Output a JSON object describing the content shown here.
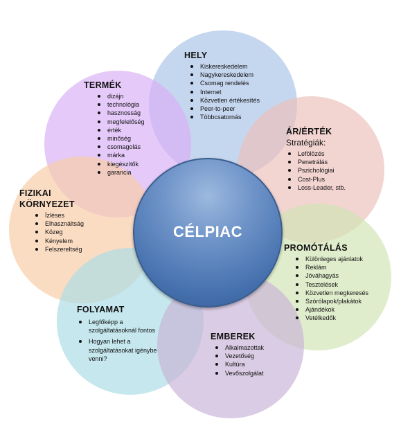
{
  "center": {
    "label": "CÉLPIAC"
  },
  "hely": {
    "title": "HELY",
    "items": [
      "Kiskereskedelem",
      "Nagykereskedelem",
      "Csomag rendelés",
      "Internet",
      "Közvetlen értékesítés",
      "Peer-to-peer",
      "Többcsatornás"
    ]
  },
  "termek": {
    "title": "TERMÉK",
    "items": [
      "dizájn",
      "technológia",
      "hasznosság",
      "megfelelőség",
      "érték",
      "minőség",
      "csomagolás",
      "márka",
      "kiegészítők",
      "garancia"
    ]
  },
  "ar": {
    "title": "ÁR/ÉRTÉK",
    "subtitle": "Stratégiák:",
    "items": [
      "Lefölözés",
      "Penetrálás",
      "Pszichológiai",
      "Cost-Plus",
      "Loss-Leader, stb."
    ]
  },
  "fizikai": {
    "title_line1": "FIZIKAI",
    "title_line2": "KÖRNYEZET",
    "items": [
      "Ízléses",
      "Elhasználtság",
      "Közeg",
      "Kényelem",
      "Felszereltség"
    ]
  },
  "promo": {
    "title": "PROMÓTÁLÁS",
    "items": [
      "Különleges ajánlatok",
      "Reklám",
      "Jóváhagyás",
      "Tesztelések",
      "Közvetlen megkeresés",
      "Szórólapok/plakátok",
      "Ajándékok",
      "Vetélkedők"
    ]
  },
  "folyamat": {
    "title": "FOLYAMAT",
    "items": [
      "Legfőképp a szolgáltatásoknál fontos",
      "Hogyan lehet a szolgáltatásokat igénybe venni?"
    ]
  },
  "emberek": {
    "title": "EMBEREK",
    "items": [
      "Alkalmazottak",
      "Vezetőség",
      "Kultúra",
      "Vevőszolgálat"
    ]
  }
}
